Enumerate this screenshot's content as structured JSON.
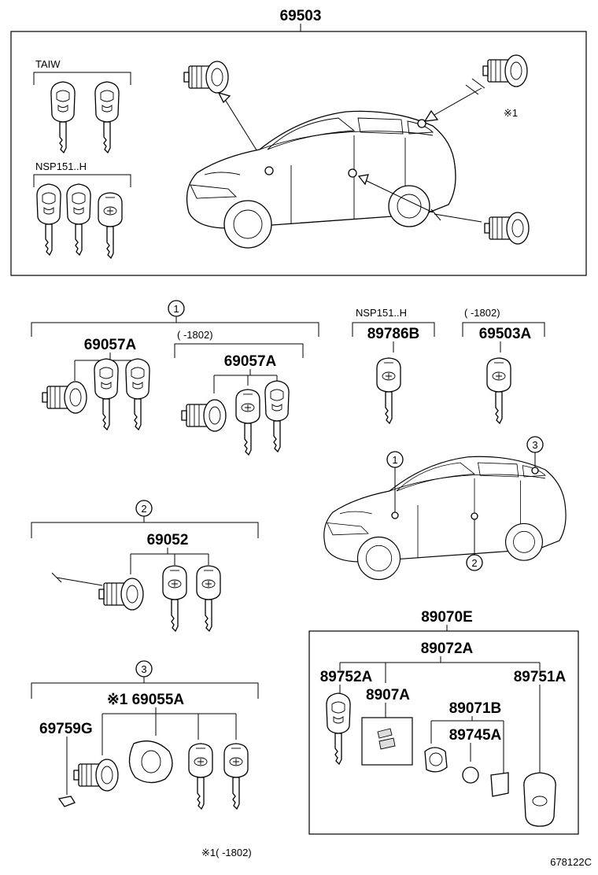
{
  "top": {
    "part_no": "69503",
    "taiw_label": "TAIW",
    "nsp_label": "NSP151..H",
    "note_mark": "※1"
  },
  "group1": {
    "callout": "1",
    "part_no_a": "69057A",
    "paren_label": "(      -1802)",
    "part_no_b": "69057A"
  },
  "key_b": {
    "label": "NSP151..H",
    "part_no": "89786B"
  },
  "key_a": {
    "label": "(      -1802)",
    "part_no": "69503A"
  },
  "car_callouts": [
    "1",
    "2",
    "3"
  ],
  "group2": {
    "callout": "2",
    "part_no": "69052"
  },
  "group3": {
    "callout": "3",
    "part_no_a": "※1 69055A",
    "part_no_b": "69759G"
  },
  "kit": {
    "part_no": "89070E",
    "sub": "89072A",
    "left": "89752A",
    "right": "89751A",
    "mid": "8907A",
    "b1": "89071B",
    "b2": "89745A"
  },
  "footnote": "※1(      -1802)",
  "diagram_id": "678122C",
  "icons": [
    "key-icon",
    "lock-cylinder-icon",
    "car-icon",
    "smart-key-icon",
    "battery-icon"
  ]
}
